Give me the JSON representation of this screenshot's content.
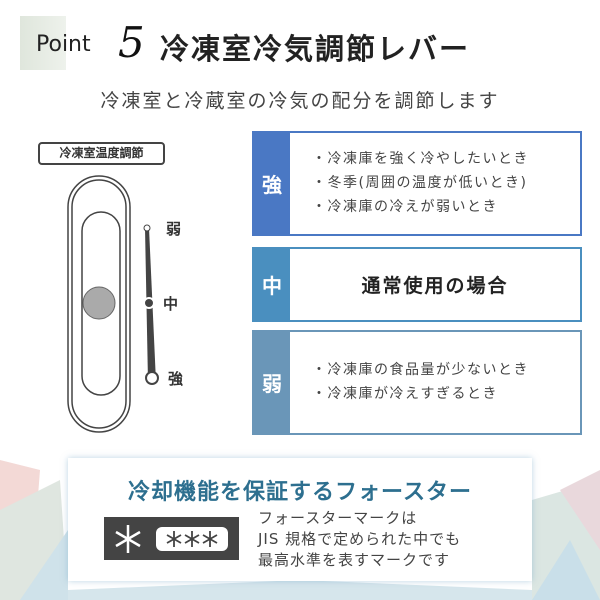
{
  "header": {
    "point_label": "Point",
    "point_number": "5",
    "title": "冷凍室冷気調節レバー",
    "subtitle": "冷凍室と冷蔵室の冷気の配分を調節します"
  },
  "lever": {
    "label": "冷凍室温度調節",
    "positions": [
      "弱",
      "中",
      "強"
    ],
    "current_position": "中"
  },
  "settings": [
    {
      "level": "強",
      "color": "#4a78c4",
      "items": [
        "冷凍庫を強く冷やしたいとき",
        "冬季(周囲の温度が低いとき)",
        "冷凍庫の冷えが弱いとき"
      ]
    },
    {
      "level": "中",
      "color": "#4a8fbf",
      "text": "通常使用の場合"
    },
    {
      "level": "弱",
      "color": "#6a96b8",
      "items": [
        "冷凍庫の食品量が少ないとき",
        "冷凍庫が冷えすぎるとき"
      ]
    }
  ],
  "forster": {
    "title": "冷却機能を保証するフォースター",
    "description": "フォースターマークは\nJIS 規格で定められた中でも\n最高水準を表すマークです",
    "mark": "✳ ✳✳✳"
  }
}
